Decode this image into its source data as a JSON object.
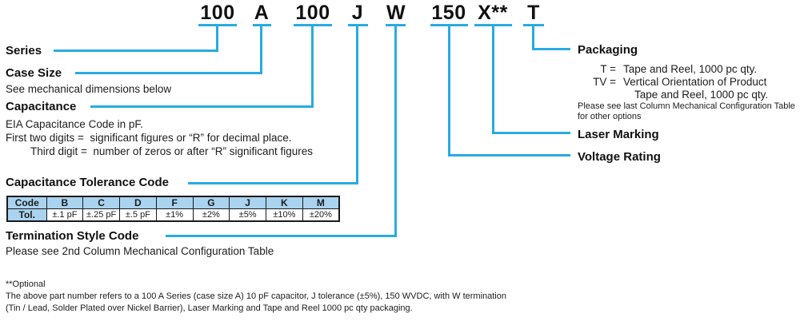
{
  "part_number": {
    "segments": [
      {
        "code": "100",
        "field": "series"
      },
      {
        "code": "A",
        "field": "case_size"
      },
      {
        "code": "100",
        "field": "capacitance"
      },
      {
        "code": "J",
        "field": "capacitance_tolerance"
      },
      {
        "code": "W",
        "field": "termination_style"
      },
      {
        "code": "150",
        "field": "voltage_rating"
      },
      {
        "code": "X**",
        "field": "laser_marking"
      },
      {
        "code": "T",
        "field": "packaging"
      }
    ]
  },
  "fields": {
    "series": {
      "label": "Series"
    },
    "case_size": {
      "label": "Case Size",
      "note": "See mechanical dimensions below"
    },
    "capacitance": {
      "label": "Capacitance",
      "note1": "EIA Capacitance Code in pF.",
      "note2": "First two digits =  significant figures or “R” for decimal place.",
      "note3": "Third digit =  number of zeros or after “R” significant figures"
    },
    "capacitance_tolerance": {
      "label": "Capacitance Tolerance Code"
    },
    "termination_style": {
      "label": "Termination Style Code",
      "note": "Please see 2nd Column Mechanical Configuration Table"
    },
    "voltage_rating": {
      "label": "Voltage Rating"
    },
    "laser_marking": {
      "label": "Laser Marking"
    },
    "packaging": {
      "label": "Packaging",
      "options": [
        {
          "code": "T =",
          "text": "Tape and Reel, 1000 pc qty."
        },
        {
          "code": "TV =",
          "text": "Vertical Orientation of Product",
          "text2": "Tape and Reel, 1000 pc qty."
        }
      ],
      "note1": "Please see last Column Mechanical Configuration Table",
      "note2": "for other options"
    }
  },
  "tolerance_table": {
    "header": [
      "Code",
      "B",
      "C",
      "D",
      "F",
      "G",
      "J",
      "K",
      "M"
    ],
    "row": [
      "Tol.",
      "±.1 pF",
      "±.25 pF",
      "±.5 pF",
      "±1%",
      "±2%",
      "±5%",
      "±10%",
      "±20%"
    ]
  },
  "footnotes": {
    "optional": "**Optional",
    "line1": "The above part number refers to a 100 A Series (case size A) 10 pF capacitor, J tolerance (±5%), 150 WVDC, with W termination",
    "line2": "(Tin / Lead, Solder Plated over Nickel Barrier), Laser Marking and Tape and Reel 1000 pc qty packaging."
  },
  "colors": {
    "line_blue": "#29abe2",
    "table_header_fill": "#a9d3ef",
    "text": "#1c1c1c",
    "border": "#1a1a1a"
  }
}
